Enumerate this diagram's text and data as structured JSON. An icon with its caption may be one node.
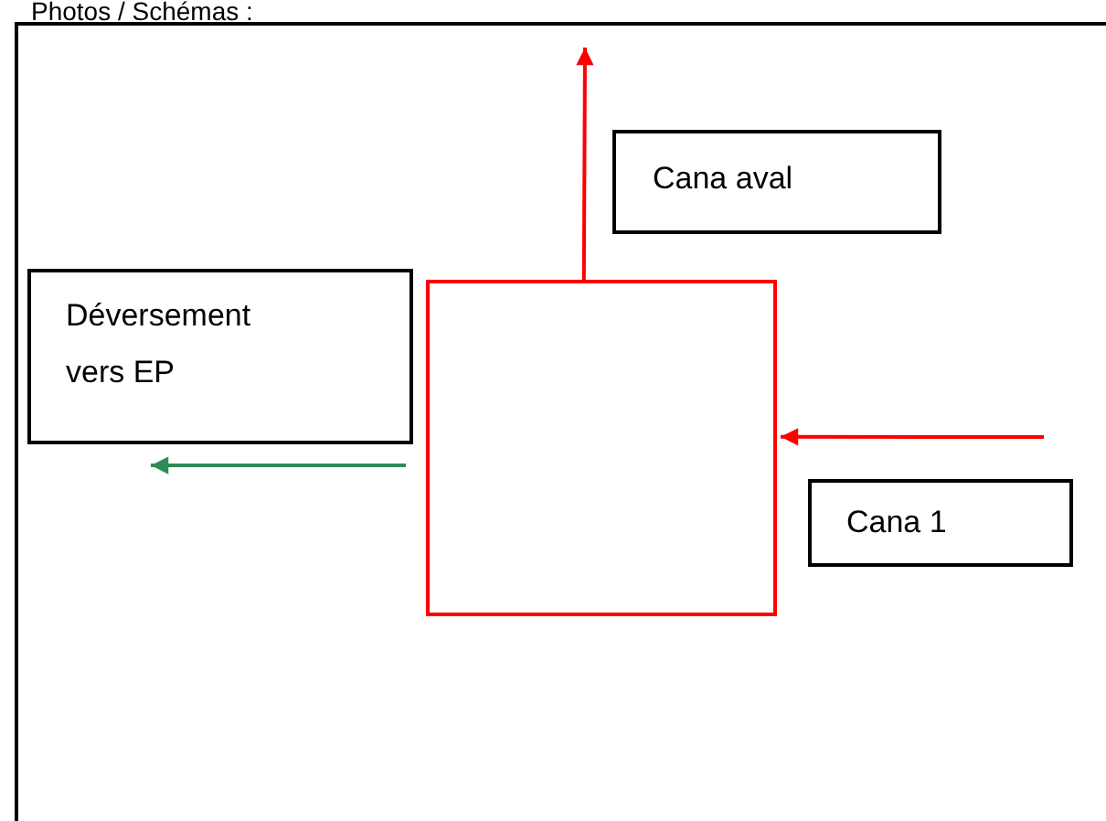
{
  "diagram": {
    "title": "Photos / Schémas :",
    "nodes": [
      {
        "text": [
          "Cana aval"
        ]
      },
      {
        "text": [
          "Déversement vers EP"
        ]
      },
      {
        "text": [],
        "shape": "box"
      },
      {
        "text": [
          "Cana 1"
        ]
      }
    ],
    "edges": [
      {
        "from": 2,
        "to": null,
        "arrow": "to"
      },
      {
        "from": null,
        "to": 2,
        "arrow": "to"
      },
      {
        "from": 2,
        "to": 1,
        "arrow": "to",
        "color": "#2e8b57"
      }
    ]
  }
}
